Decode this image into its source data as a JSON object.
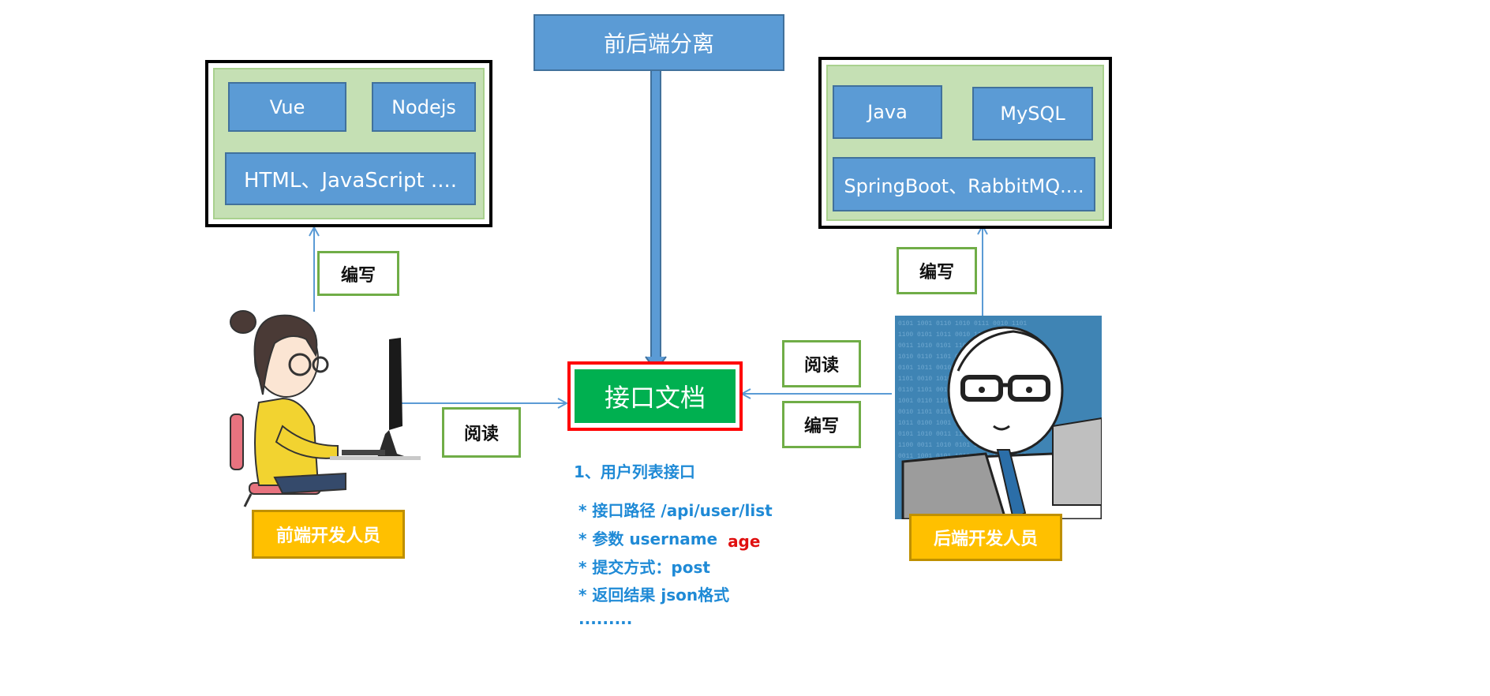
{
  "title": "前后端分离",
  "frontend": {
    "tech": [
      "Vue",
      "Nodejs",
      "HTML、JavaScript ...."
    ],
    "write_label": "编写",
    "read_label": "阅读",
    "role": "前端开发人员"
  },
  "backend": {
    "tech": [
      "Java",
      "MySQL",
      "SpringBoot、RabbitMQ...."
    ],
    "write_label": "编写",
    "read_label": "阅读",
    "write_label_2": "编写",
    "role": "后端开发人员"
  },
  "doc": {
    "label": "接口文档"
  },
  "notes": {
    "heading": "1、用户列表接口",
    "path": "* 接口路径 /api/user/list",
    "params": "* 参数 username",
    "params_extra": "age",
    "method": "* 提交方式：post",
    "result": "* 返回结果  json格式",
    "more": "........."
  },
  "colors": {
    "tech_box": "#5b9bd5",
    "group_bg": "#c5e0b4",
    "doc_box": "#00b050",
    "doc_border": "#ff0000",
    "role_box": "#ffc000",
    "label_border": "#70ad47",
    "note_text": "#1f8ad6"
  }
}
